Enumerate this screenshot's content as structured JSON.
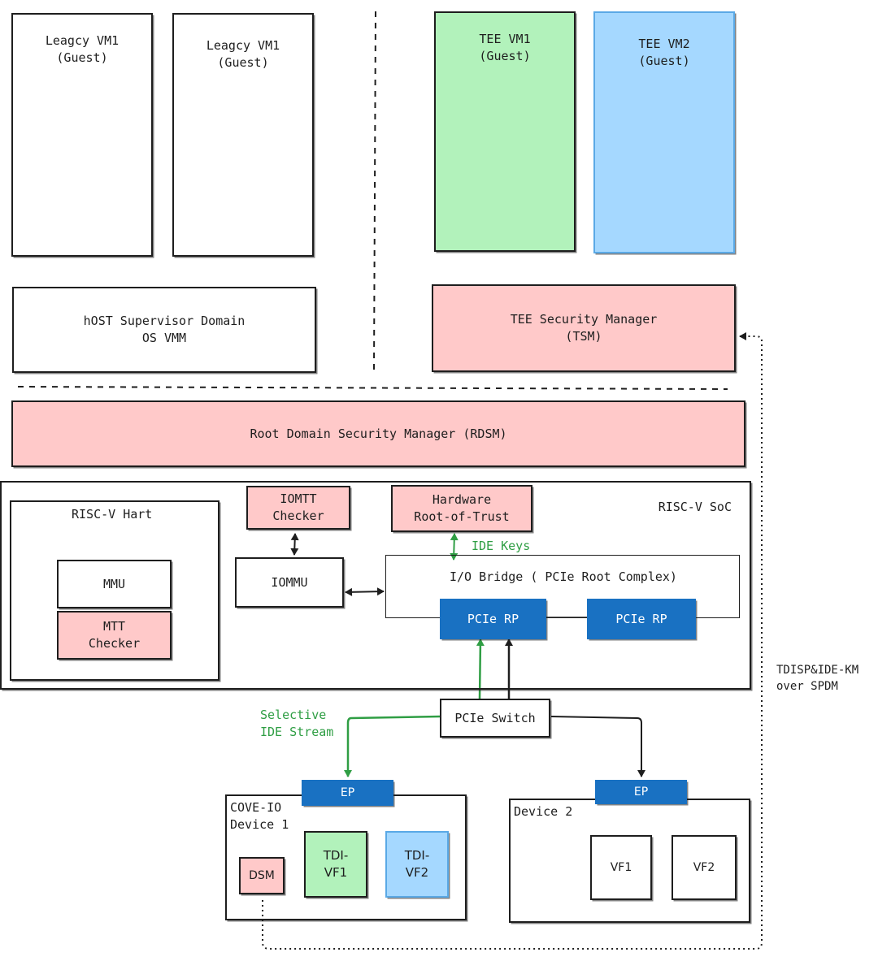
{
  "vms": {
    "legacy1": {
      "line1": "Leagcy VM1",
      "line2": "(Guest)"
    },
    "legacy2": {
      "line1": "Leagcy VM1",
      "line2": "(Guest)"
    },
    "tee1": {
      "line1": "TEE VM1",
      "line2": "(Guest)"
    },
    "tee2": {
      "line1": "TEE VM2",
      "line2": "(Guest)"
    }
  },
  "host_domain": {
    "line1": "hOST Supervisor Domain",
    "line2": "OS VMM"
  },
  "tsm": {
    "line1": "TEE Security Manager",
    "line2": "(TSM)"
  },
  "rdsm": {
    "label": "Root Domain Security Manager (RDSM)"
  },
  "soc": {
    "label": "RISC-V SoC",
    "hart": {
      "label": "RISC-V Hart",
      "mmu": "MMU",
      "mtt_line1": "MTT",
      "mtt_line2": "Checker"
    },
    "iomtt": {
      "line1": "IOMTT",
      "line2": "Checker"
    },
    "iommu": "IOMMU",
    "hwrot": {
      "line1": "Hardware",
      "line2": "Root-of-Trust"
    },
    "ide_keys": "IDE Keys",
    "io_bridge": "I/O Bridge ( PCIe Root Complex)",
    "pcie_rp1": "PCIe RP",
    "pcie_rp2": "PCIe RP"
  },
  "pcie_switch": "PCIe Switch",
  "selective_ide": {
    "line1": "Selective",
    "line2": "IDE Stream"
  },
  "tdisp": {
    "line1": "TDISP&IDE-KM",
    "line2": "over SPDM"
  },
  "device1": {
    "ep": "EP",
    "line1": "COVE-IO",
    "line2": "Device 1",
    "dsm": "DSM",
    "tdi1_line1": "TDI-",
    "tdi1_line2": "VF1",
    "tdi2_line1": "TDI-",
    "tdi2_line2": "VF2"
  },
  "device2": {
    "ep": "EP",
    "label": "Device 2",
    "vf1": "VF1",
    "vf2": "VF2"
  },
  "colors": {
    "pink": "#ffc9c9",
    "green": "#b2f2bb",
    "light_blue": "#a5d8ff",
    "navy": "#1971c2",
    "arrow_green": "#2f9e44"
  }
}
